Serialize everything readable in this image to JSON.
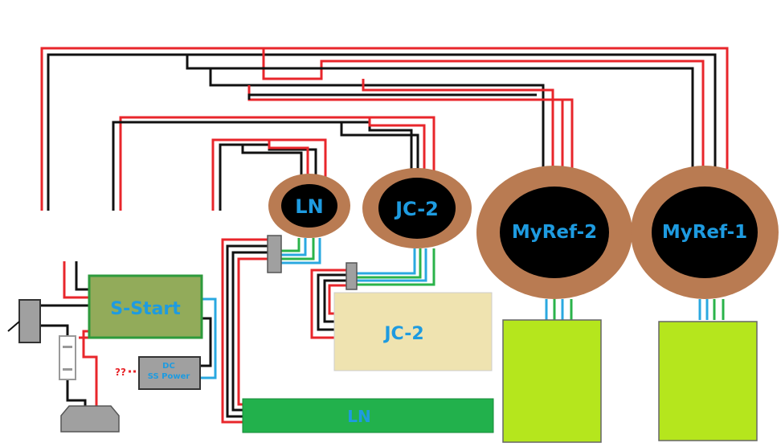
{
  "colors": {
    "wire_red": "#e8262b",
    "wire_black": "#111111",
    "wire_blue": "#2aa8e0",
    "wire_green": "#2ab34a",
    "toroid_ring": "#b97b52",
    "toroid_core": "#000000",
    "label_blue": "#1e9be0",
    "sstart_fill": "#92ab5a",
    "sstart_border": "#2e9a3c",
    "jc2_board_fill": "#efe3b0",
    "ln_board_fill": "#22b14c",
    "myref_board_fill": "#b5e61d",
    "gray": "#a0a0a0"
  },
  "labels": {
    "toroid_ln": "LN",
    "toroid_jc2": "JC-2",
    "toroid_myref2": "MyRef-2",
    "toroid_myref1": "MyRef-1",
    "sstart": "S-Start",
    "dc_line1": "DC",
    "dc_line2": "SS Power",
    "unknown": "??",
    "board_jc2": "JC-2",
    "board_ln": "LN"
  }
}
